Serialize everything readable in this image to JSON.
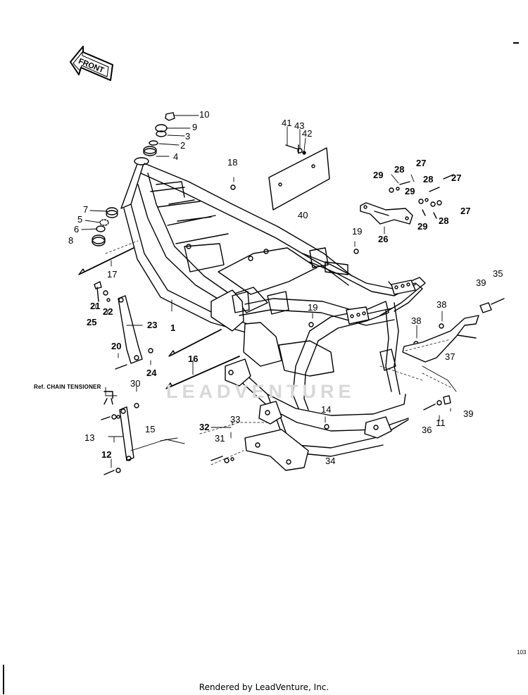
{
  "front_label": "FRONT",
  "ref_label": "Ref. CHAIN TENSIONER",
  "watermark": "LEADVENTURE",
  "page_number": "103",
  "footer": "Rendered by LeadVenture, Inc.",
  "callouts": [
    {
      "id": "10",
      "text": "10"
    },
    {
      "id": "9",
      "text": "9"
    },
    {
      "id": "3",
      "text": "3"
    },
    {
      "id": "2",
      "text": "2"
    },
    {
      "id": "4",
      "text": "4"
    },
    {
      "id": "18",
      "text": "18"
    },
    {
      "id": "41",
      "text": "41"
    },
    {
      "id": "43",
      "text": "43"
    },
    {
      "id": "42",
      "text": "42"
    },
    {
      "id": "40",
      "text": "40"
    },
    {
      "id": "27a",
      "text": "27"
    },
    {
      "id": "28a",
      "text": "28"
    },
    {
      "id": "29a",
      "text": "29"
    },
    {
      "id": "28b",
      "text": "28"
    },
    {
      "id": "27b",
      "text": "27"
    },
    {
      "id": "29b",
      "text": "29"
    },
    {
      "id": "27c",
      "text": "27"
    },
    {
      "id": "29c",
      "text": "29"
    },
    {
      "id": "28c",
      "text": "28"
    },
    {
      "id": "26",
      "text": "26"
    },
    {
      "id": "19a",
      "text": "19"
    },
    {
      "id": "7",
      "text": "7"
    },
    {
      "id": "5",
      "text": "5"
    },
    {
      "id": "6",
      "text": "6"
    },
    {
      "id": "8",
      "text": "8"
    },
    {
      "id": "17",
      "text": "17"
    },
    {
      "id": "39a",
      "text": "39"
    },
    {
      "id": "35",
      "text": "35"
    },
    {
      "id": "21",
      "text": "21"
    },
    {
      "id": "22",
      "text": "22"
    },
    {
      "id": "19b",
      "text": "19"
    },
    {
      "id": "38a",
      "text": "38"
    },
    {
      "id": "25",
      "text": "25"
    },
    {
      "id": "23",
      "text": "23"
    },
    {
      "id": "1",
      "text": "1"
    },
    {
      "id": "38b",
      "text": "38"
    },
    {
      "id": "20",
      "text": "20"
    },
    {
      "id": "24",
      "text": "24"
    },
    {
      "id": "16",
      "text": "16"
    },
    {
      "id": "37",
      "text": "37"
    },
    {
      "id": "30",
      "text": "30"
    },
    {
      "id": "14",
      "text": "14"
    },
    {
      "id": "39b",
      "text": "39"
    },
    {
      "id": "36",
      "text": "36"
    },
    {
      "id": "11",
      "text": "11"
    },
    {
      "id": "33",
      "text": "33"
    },
    {
      "id": "32",
      "text": "32"
    },
    {
      "id": "13",
      "text": "13"
    },
    {
      "id": "15",
      "text": "15"
    },
    {
      "id": "31",
      "text": "31"
    },
    {
      "id": "12",
      "text": "12"
    },
    {
      "id": "34",
      "text": "34"
    }
  ]
}
